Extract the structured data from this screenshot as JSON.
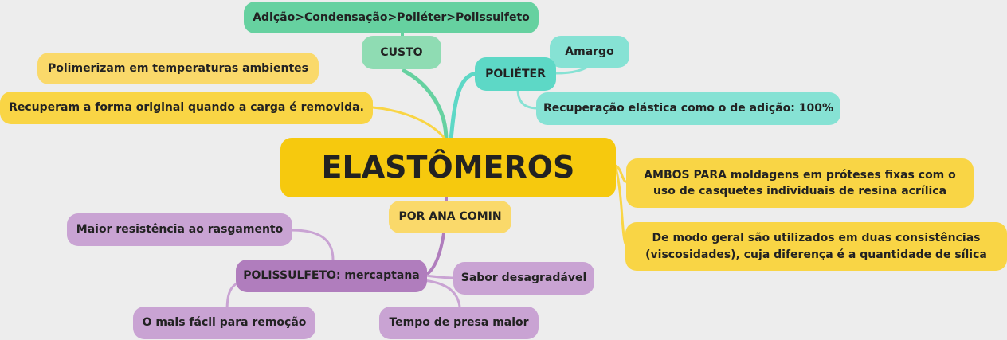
{
  "root": {
    "label": "ELASTÔMEROS"
  },
  "author": {
    "label": "POR ANA COMIN"
  },
  "branches": {
    "custo": {
      "label": "CUSTO",
      "children": [
        "Adição>Condensação>Poliéter>Polissulfeto"
      ]
    },
    "polieter": {
      "label": "POLIÉTER",
      "children": [
        "Amargo",
        "Recuperação elástica como o de adição: 100%"
      ]
    },
    "general": {
      "children": [
        "Polimerizam em temperaturas ambientes",
        "Recuperam a forma original quando a carga é removida."
      ]
    },
    "uses": {
      "children": [
        {
          "line1": "AMBOS PARA moldagens em próteses fixas com o",
          "line2": "uso de casquetes individuais de resina acrílica"
        },
        {
          "line1": "De modo geral são utilizados em duas consistências",
          "line2": "(viscosidades), cuja diferença é a quantidade de sílica"
        }
      ]
    },
    "polissulfeto": {
      "label": "POLISSULFETO: mercaptana",
      "children": [
        "Maior resistência ao rasgamento",
        "O mais fácil para remoção",
        "Sabor desagradável",
        "Tempo de presa maior"
      ]
    }
  },
  "colors": {
    "root": "#f6c90e",
    "yellow": "#f9d545",
    "green": "#66d1a0",
    "teal": "#5dd8c6",
    "purple": "#b07dbd"
  }
}
